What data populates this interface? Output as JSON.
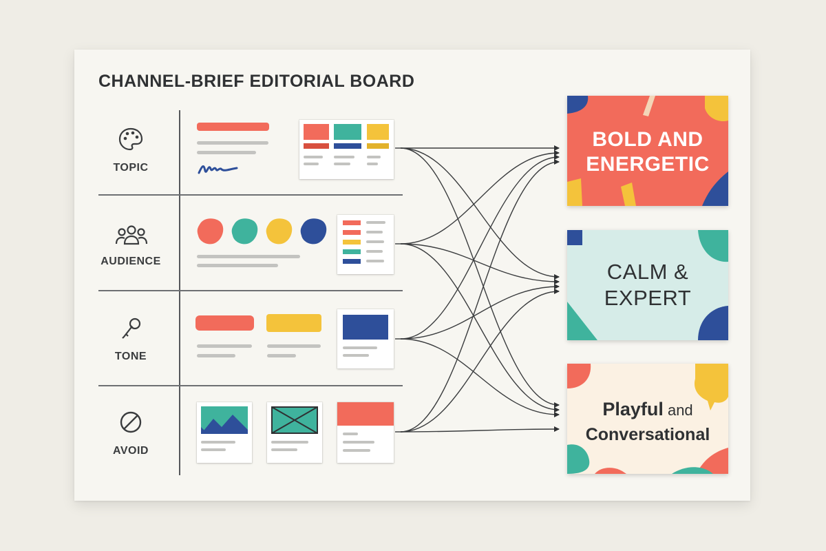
{
  "board": {
    "title": "CHANNEL-BRIEF EDITORIAL BOARD"
  },
  "rows": [
    {
      "label": "TOPIC",
      "icon": "palette-icon"
    },
    {
      "label": "AUDIENCE",
      "icon": "people-icon"
    },
    {
      "label": "TONE",
      "icon": "microphone-icon"
    },
    {
      "label": "AVOID",
      "icon": "prohibited-icon"
    }
  ],
  "outputs": [
    {
      "line1": "BOLD AND",
      "line2": "ENERGETIC",
      "bg": "#f26b5b"
    },
    {
      "line1": "CALM &",
      "line2": "EXPERT",
      "bg": "#d6ece8"
    },
    {
      "line1a": "Playful",
      "line1b": " and",
      "line2": "Conversational",
      "bg": "#fbf1e3"
    }
  ],
  "colors": {
    "coral": "#f26b5b",
    "teal": "#3fb39d",
    "yellow": "#f4c33b",
    "navy": "#2e4f9a",
    "ink": "#2f3133"
  }
}
